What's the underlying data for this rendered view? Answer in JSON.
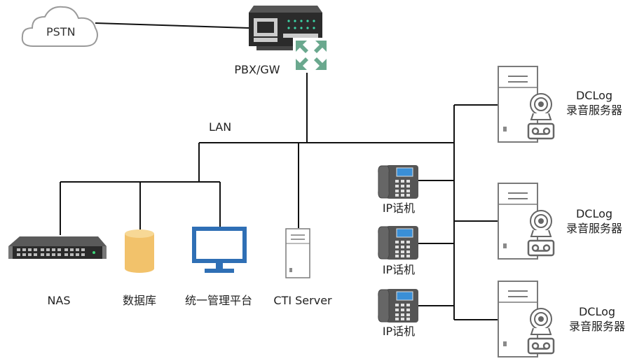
{
  "labels": {
    "pstn": "PSTN",
    "pbx": "PBX/GW",
    "lan": "LAN",
    "nas": "NAS",
    "database": "数据库",
    "platform": "统一管理平台",
    "cti": "CTI Server",
    "phone1": "IP话机",
    "phone2": "IP话机",
    "phone3": "IP话机",
    "dclog1_a": "DCLog",
    "dclog1_b": "录音服务器",
    "dclog2_a": "DCLog",
    "dclog2_b": "录音服务器",
    "dclog3_a": "DCLog",
    "dclog3_b": "录音服务器"
  },
  "icons": {
    "cloud": "cloud-icon",
    "pbx": "pbx-gateway-icon",
    "switch": "network-switch-icon",
    "nas": "nas-rack-icon",
    "database": "database-cylinder-icon",
    "monitor": "monitor-icon",
    "server": "server-tower-icon",
    "phone": "ip-phone-icon",
    "webcam": "webcam-icon",
    "tape": "cassette-tape-icon"
  },
  "colors": {
    "line": "#111111",
    "switch_green": "#6aa88e",
    "db_yellow": "#f2c26b",
    "monitor_blue": "#2f6fb5",
    "cloud_stroke": "#9a9a9a"
  }
}
